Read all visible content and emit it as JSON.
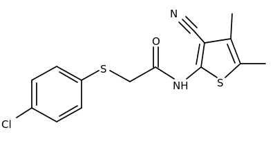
{
  "atom_labels": {
    "chlorine": "Cl",
    "sulfur_thioether": "S",
    "oxygen_carbonyl": "O",
    "amide_nh": "NH",
    "sulfur_thiophene": "S",
    "nitrile_n": "N"
  }
}
